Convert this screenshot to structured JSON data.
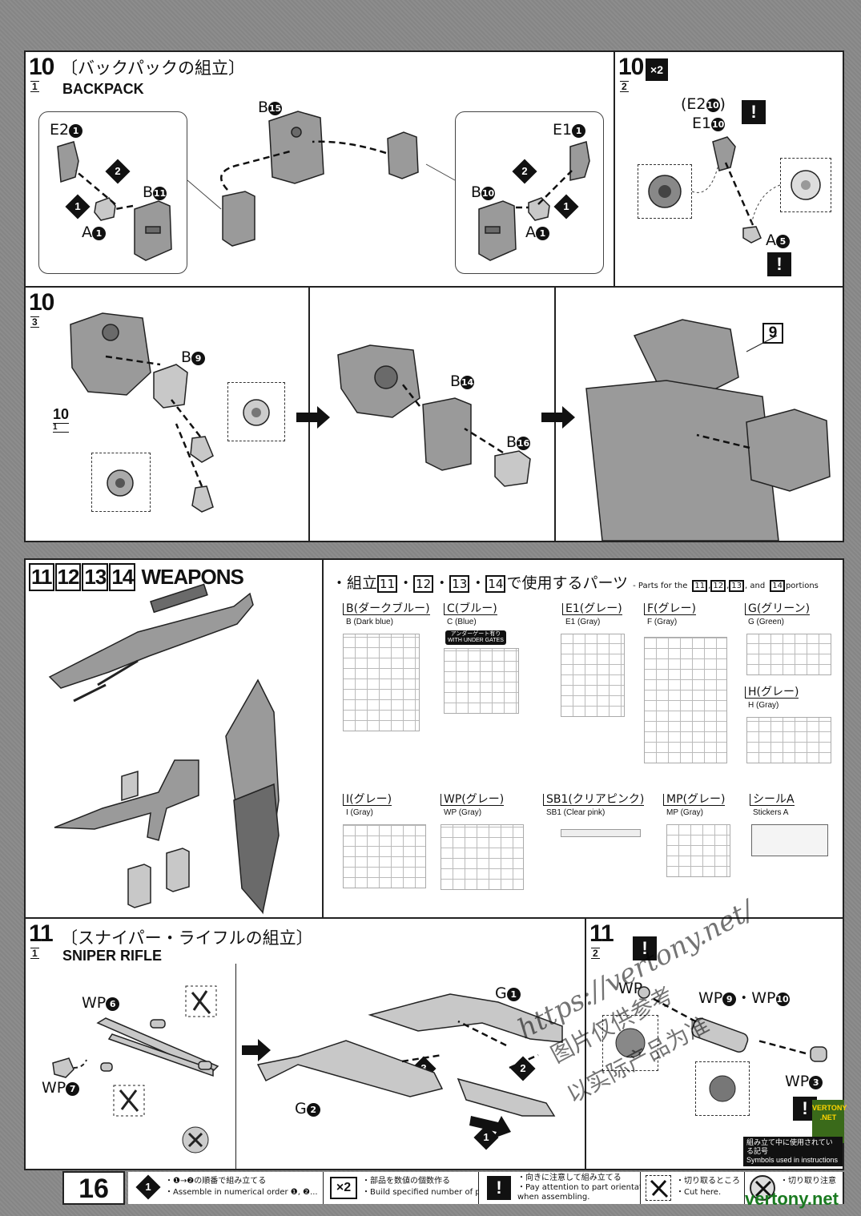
{
  "page_number": "16",
  "step10_1": {
    "num": "10",
    "sub": "1",
    "title_jp": "〔バックパックの組立〕",
    "title_en": "BACKPACK",
    "labels": {
      "b15": "B",
      "b15n": "15",
      "e2": "E2",
      "e2n": "1",
      "e1": "E1",
      "e1n": "1",
      "b11": "B",
      "b11n": "11",
      "b10": "B",
      "b10n": "10",
      "a1_left": "A",
      "a1_left_n": "1",
      "a1_right": "A",
      "a1_right_n": "1",
      "order1": "1",
      "order2": "2"
    }
  },
  "step10_2": {
    "num": "10",
    "sub": "2",
    "mult": "×2",
    "e2_label": "(E2",
    "e2_num": "10",
    "e2_close": ")",
    "e1_label": "E1",
    "e1_num": "10",
    "a5_label": "A",
    "a5_num": "5",
    "warn": "!"
  },
  "step10_3": {
    "num": "10",
    "sub": "3",
    "ref_num": "10",
    "ref_sub": "1",
    "b9": "B",
    "b9n": "9",
    "b14": "B",
    "b14n": "14",
    "b16": "B",
    "b16n": "16",
    "ref9": "9"
  },
  "weapons": {
    "nums": [
      "11",
      "12",
      "13",
      "14"
    ],
    "title": "WEAPONS",
    "parts_intro_jp_pre": "・組立",
    "parts_intro_jp_post": "で使用するパーツ",
    "parts_intro_en_pre": "- Parts for the",
    "parts_intro_en_post": "portions",
    "parts_intro_en_and": ", and",
    "runners": [
      {
        "jp": "B(ダークブルー)",
        "en": "B (Dark blue)"
      },
      {
        "jp": "C(ブルー)",
        "en": "C (Blue)",
        "note1": "アンダーゲート有り",
        "note2": "WITH UNDER GATES"
      },
      {
        "jp": "E1(グレー)",
        "en": "E1 (Gray)"
      },
      {
        "jp": "F(グレー)",
        "en": "F (Gray)"
      },
      {
        "jp": "G(グリーン)",
        "en": "G (Green)"
      },
      {
        "jp": "H(グレー)",
        "en": "H (Gray)"
      },
      {
        "jp": "I(グレー)",
        "en": "I (Gray)"
      },
      {
        "jp": "WP(グレー)",
        "en": "WP (Gray)"
      },
      {
        "jp": "SB1(クリアピンク)",
        "en": "SB1 (Clear pink)"
      },
      {
        "jp": "MP(グレー)",
        "en": "MP (Gray)"
      },
      {
        "jp": "シールA",
        "en": "Stickers A"
      }
    ]
  },
  "step11_1": {
    "num": "11",
    "sub": "1",
    "title_jp": "〔スナイパー・ライフルの組立〕",
    "title_en": "SNIPER RIFLE",
    "wp6": "WP",
    "wp6n": "6",
    "wp7": "WP",
    "wp7n": "7",
    "g1": "G",
    "g1n": "1",
    "g2": "G",
    "g2n": "2",
    "o1": "1",
    "o2": "2",
    "o3": "3"
  },
  "step11_2": {
    "num": "11",
    "sub": "2",
    "wp_top": "WP",
    "wp9_10": "WP",
    "wp9n": "9",
    "wp10n": "10",
    "wp3": "WP",
    "wp3n": "3",
    "sep": "・",
    "warn": "!",
    "symbols_jp": "組み立て中に使用されている記号",
    "symbols_en": "Symbols used in instructions"
  },
  "legend": [
    {
      "jp": "・❶→❷の順番で組み立てる",
      "en": "・Assemble in numerical order ❶, ❷..."
    },
    {
      "icon": "×2",
      "jp": "・部品を数値の個数作る",
      "en": "・Build specified number of parts."
    },
    {
      "icon": "!",
      "jp": "・向きに注意して組み立てる",
      "en": "・Pay attention to part orientation",
      "en2": "  when assembling."
    },
    {
      "jp": "・切り取るところ",
      "en": "・Cut here."
    },
    {
      "jp": "・切り取り注意",
      "en": ""
    }
  ],
  "watermarks": {
    "url": "https://vertony.net/",
    "cn1": "图片仅供参考",
    "cn2": "以实际产品为准",
    "bottom": "vertony.net",
    "badge1": "VERTONY",
    "badge2": ".NET"
  }
}
